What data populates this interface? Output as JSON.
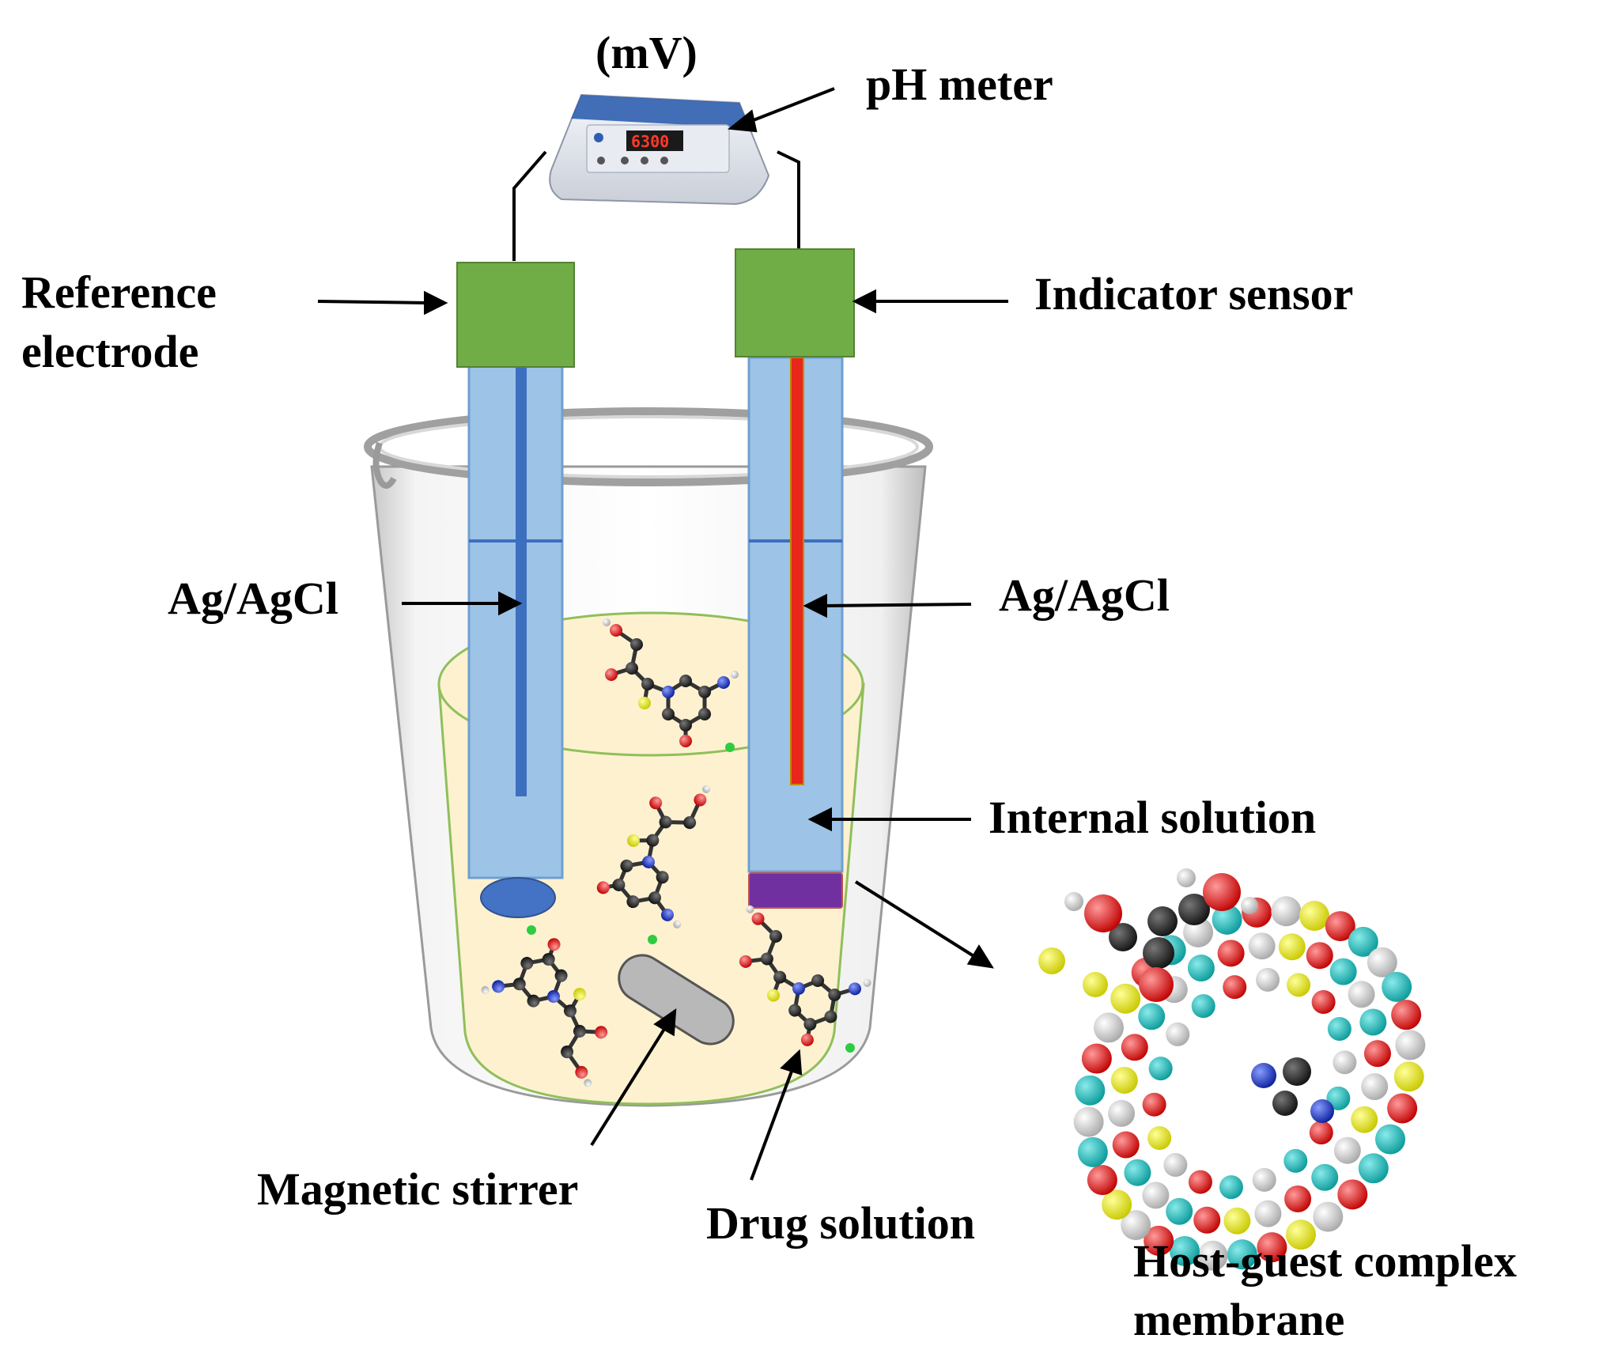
{
  "labels": {
    "mv": "(mV)",
    "ph_meter": "pH meter",
    "reference_electrode_line1": "Reference",
    "reference_electrode_line2": "electrode",
    "indicator_sensor": "Indicator sensor",
    "ag_agcl_left": "Ag/AgCl",
    "ag_agcl_right": "Ag/AgCl",
    "internal_solution": "Internal solution",
    "magnetic_stirrer": "Magnetic stirrer",
    "drug_solution": "Drug solution",
    "host_guest_line1": "Host-guest complex",
    "host_guest_line2": "membrane"
  },
  "meter_display": "6300",
  "colors": {
    "electrode_cap": "#70ad47",
    "electrode_tube": "#9dc3e6",
    "reference_wire": "#3d6fbf",
    "indicator_wire": "#e8261c",
    "membrane": "#7030a0",
    "reference_tip": "#4472c4",
    "solution": "#fdf1d0",
    "solution_edge": "#8fbf5a",
    "stirrer": "#b8b8b8",
    "ion": "#2ecc40"
  }
}
